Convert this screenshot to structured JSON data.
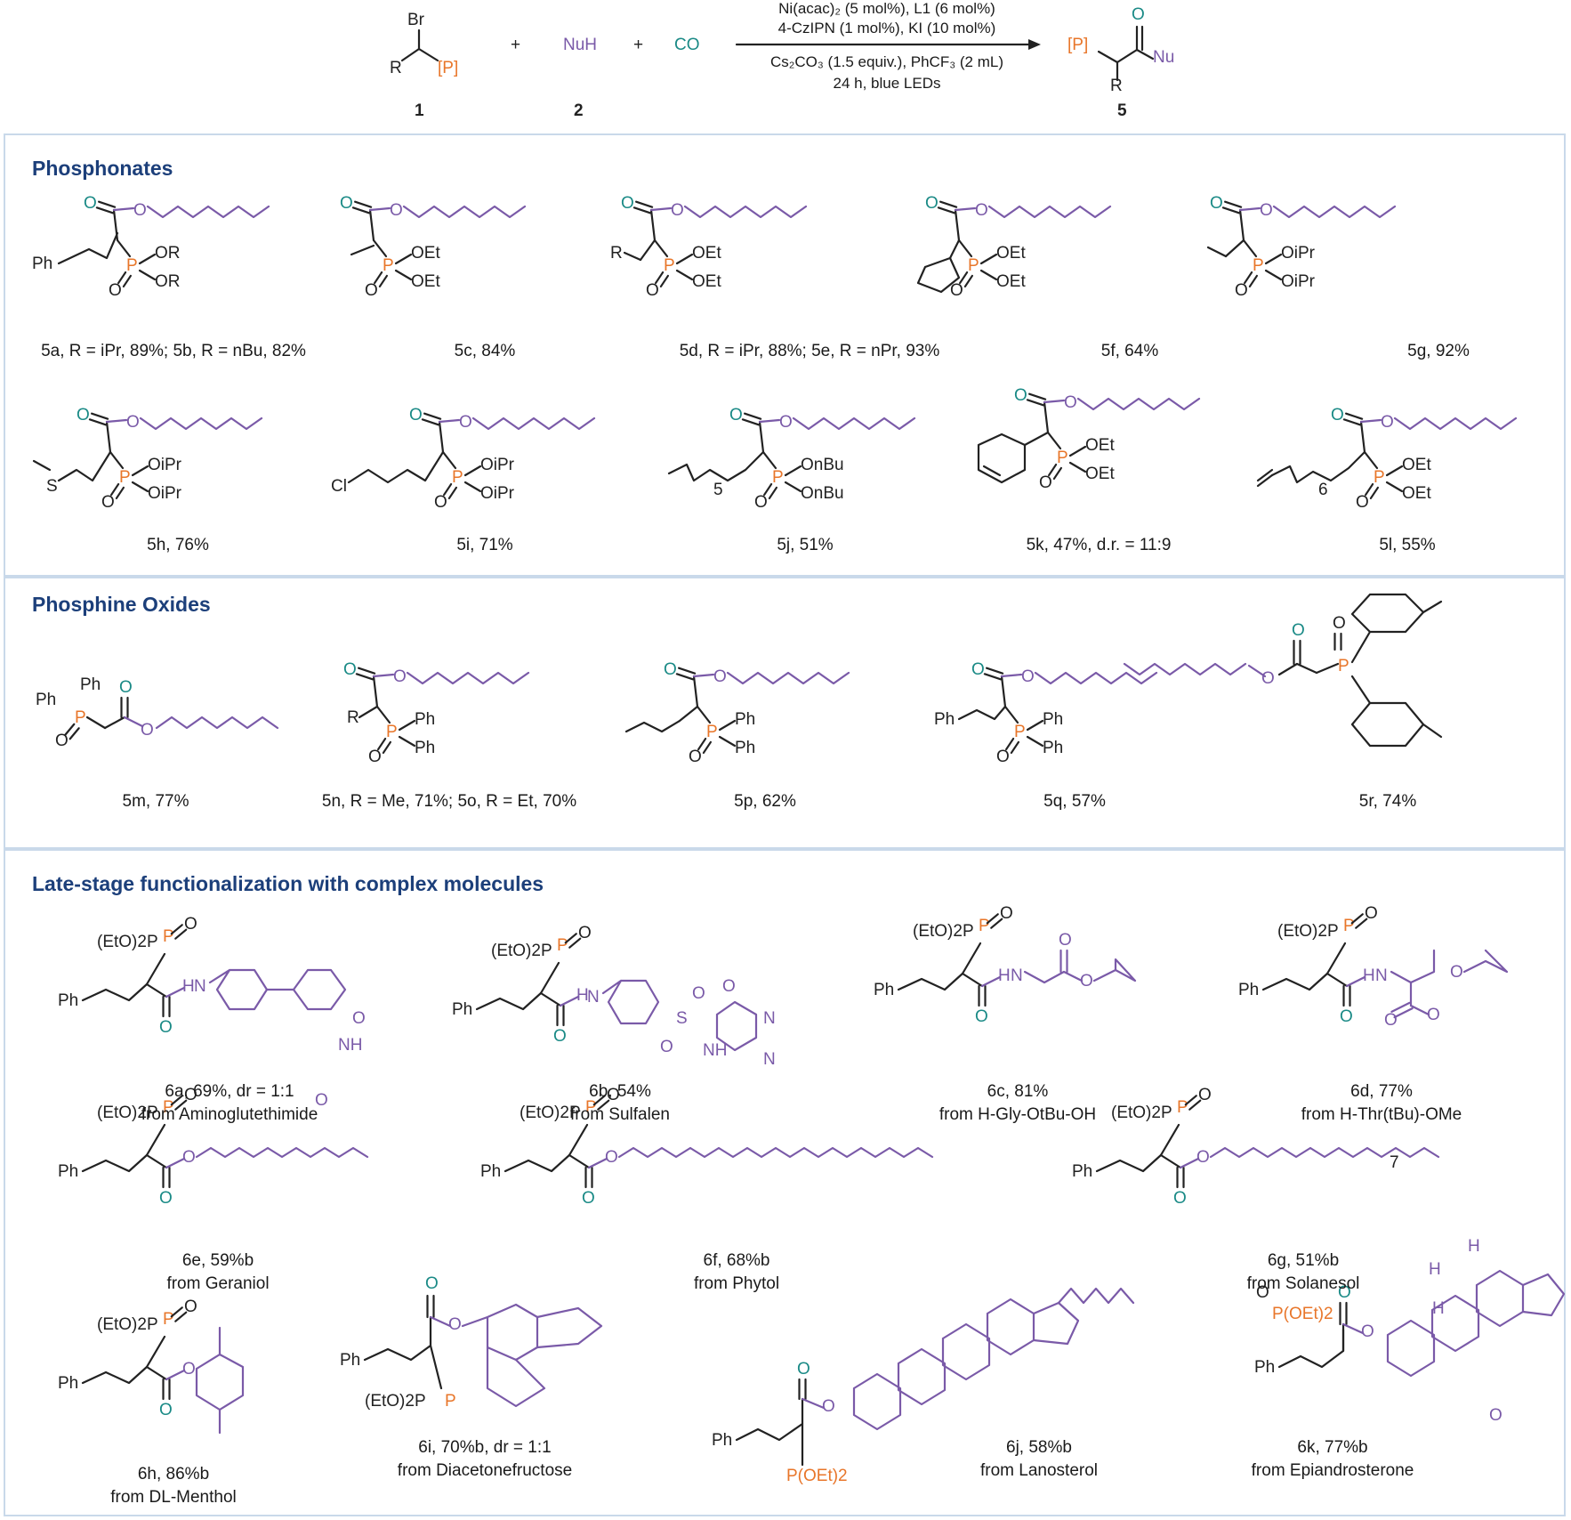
{
  "scheme": {
    "reactant1_label": "1",
    "reactant1_br": "Br",
    "reactant1_r": "R",
    "reactant1_p": "[P]",
    "plus": "+",
    "reactant2": "NuH",
    "reactant2_label": "2",
    "reactant3": "CO",
    "conditions_line1": "Ni(acac)₂ (5 mol%), L1 (6 mol%)",
    "conditions_line2": "4-CzIPN (1 mol%), KI (10 mol%)",
    "conditions_line3": "Cs₂CO₃ (1.5 equiv.), PhCF₃ (2 mL)",
    "conditions_line4": "24 h, blue LEDs",
    "product_p": "[P]",
    "product_o": "O",
    "product_nu": "Nu",
    "product_r": "R",
    "product_label": "5",
    "colors": {
      "phosphorus": "#e8762a",
      "oxygen": "#1a8a86",
      "nucleophile": "#7a5aa8",
      "section_title": "#1c3f7a"
    }
  },
  "sections": {
    "phosphonates": {
      "title": "Phosphonates",
      "row1": [
        "5a, R = iPr, 89%; 5b, R = nBu, 82%",
        "5c, 84%",
        "5d, R = iPr, 88%; 5e, R = nPr, 93%",
        "5f, 64%",
        "5g, 92%"
      ],
      "row2": [
        "5h, 76%",
        "5i, 71%",
        "5j, 51%",
        "5k, 47%, d.r. = 11:9",
        "5l, 55%"
      ]
    },
    "phosphine_oxides": {
      "title": "Phosphine Oxides",
      "row": [
        "5m, 77%",
        "5n, R = Me, 71%; 5o, R = Et, 70%",
        "5p, 62%",
        "5q, 57%",
        "5r, 74%"
      ]
    },
    "late_stage": {
      "title": "Late-stage functionalization with complex molecules",
      "row1": [
        {
          "cap": "6a, 69%, dr = 1:1",
          "from": "from Aminoglutethimide"
        },
        {
          "cap": "6b, 54%",
          "from": "from Sulfalen"
        },
        {
          "cap": "6c, 81%",
          "from": "from H-Gly-OtBu-OH"
        },
        {
          "cap": "6d, 77%",
          "from": "from H-Thr(tBu)-OMe"
        }
      ],
      "row2": [
        {
          "cap": "6e, 59%b",
          "from": "from Geraniol"
        },
        {
          "cap": "6f, 68%b",
          "from": "from Phytol"
        },
        {
          "cap": "6g, 51%b",
          "from": "from Solanesol"
        }
      ],
      "row3": [
        {
          "cap": "6h, 86%b",
          "from": "from DL-Menthol"
        },
        {
          "cap": "6i, 70%b, dr = 1:1",
          "from": "from Diacetonefructose"
        },
        {
          "cap": "6j, 58%b",
          "from": "from Lanosterol"
        },
        {
          "cap": "6k, 77%b",
          "from": "from Epiandrosterone"
        }
      ]
    }
  },
  "atoms": {
    "ph": "Ph",
    "or": "OR",
    "oet": "OEt",
    "oipr": "OiPr",
    "onbu": "OnBu",
    "o": "O",
    "p": "P",
    "s": "S",
    "cl": "Cl",
    "r": "R",
    "eto2p": "(EtO)2P",
    "poet2": "P(OEt)2",
    "nh": "NH",
    "h": "H",
    "n": "N",
    "sub5": "5",
    "sub6": "6",
    "sub7": "7"
  }
}
